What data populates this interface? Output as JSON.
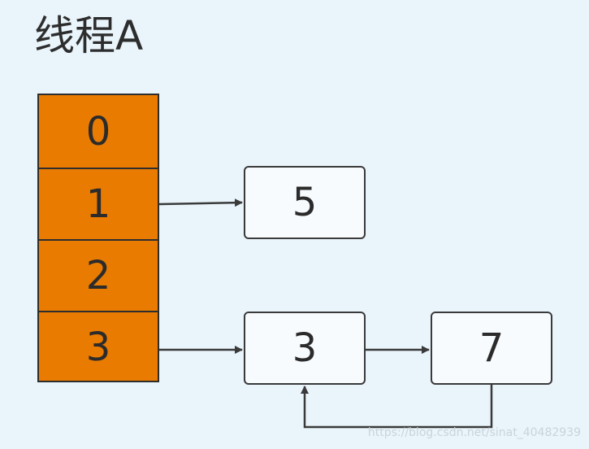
{
  "title": "线程A",
  "array": {
    "cells": [
      "0",
      "1",
      "2",
      "3"
    ]
  },
  "nodes": {
    "node_5": "5",
    "node_3": "3",
    "node_7": "7"
  },
  "watermark": "https://blog.csdn.net/sinat_40482939",
  "colors": {
    "array_fill": "#e97b00",
    "background": "#e9f4fb",
    "stroke": "#3a3a3a"
  }
}
